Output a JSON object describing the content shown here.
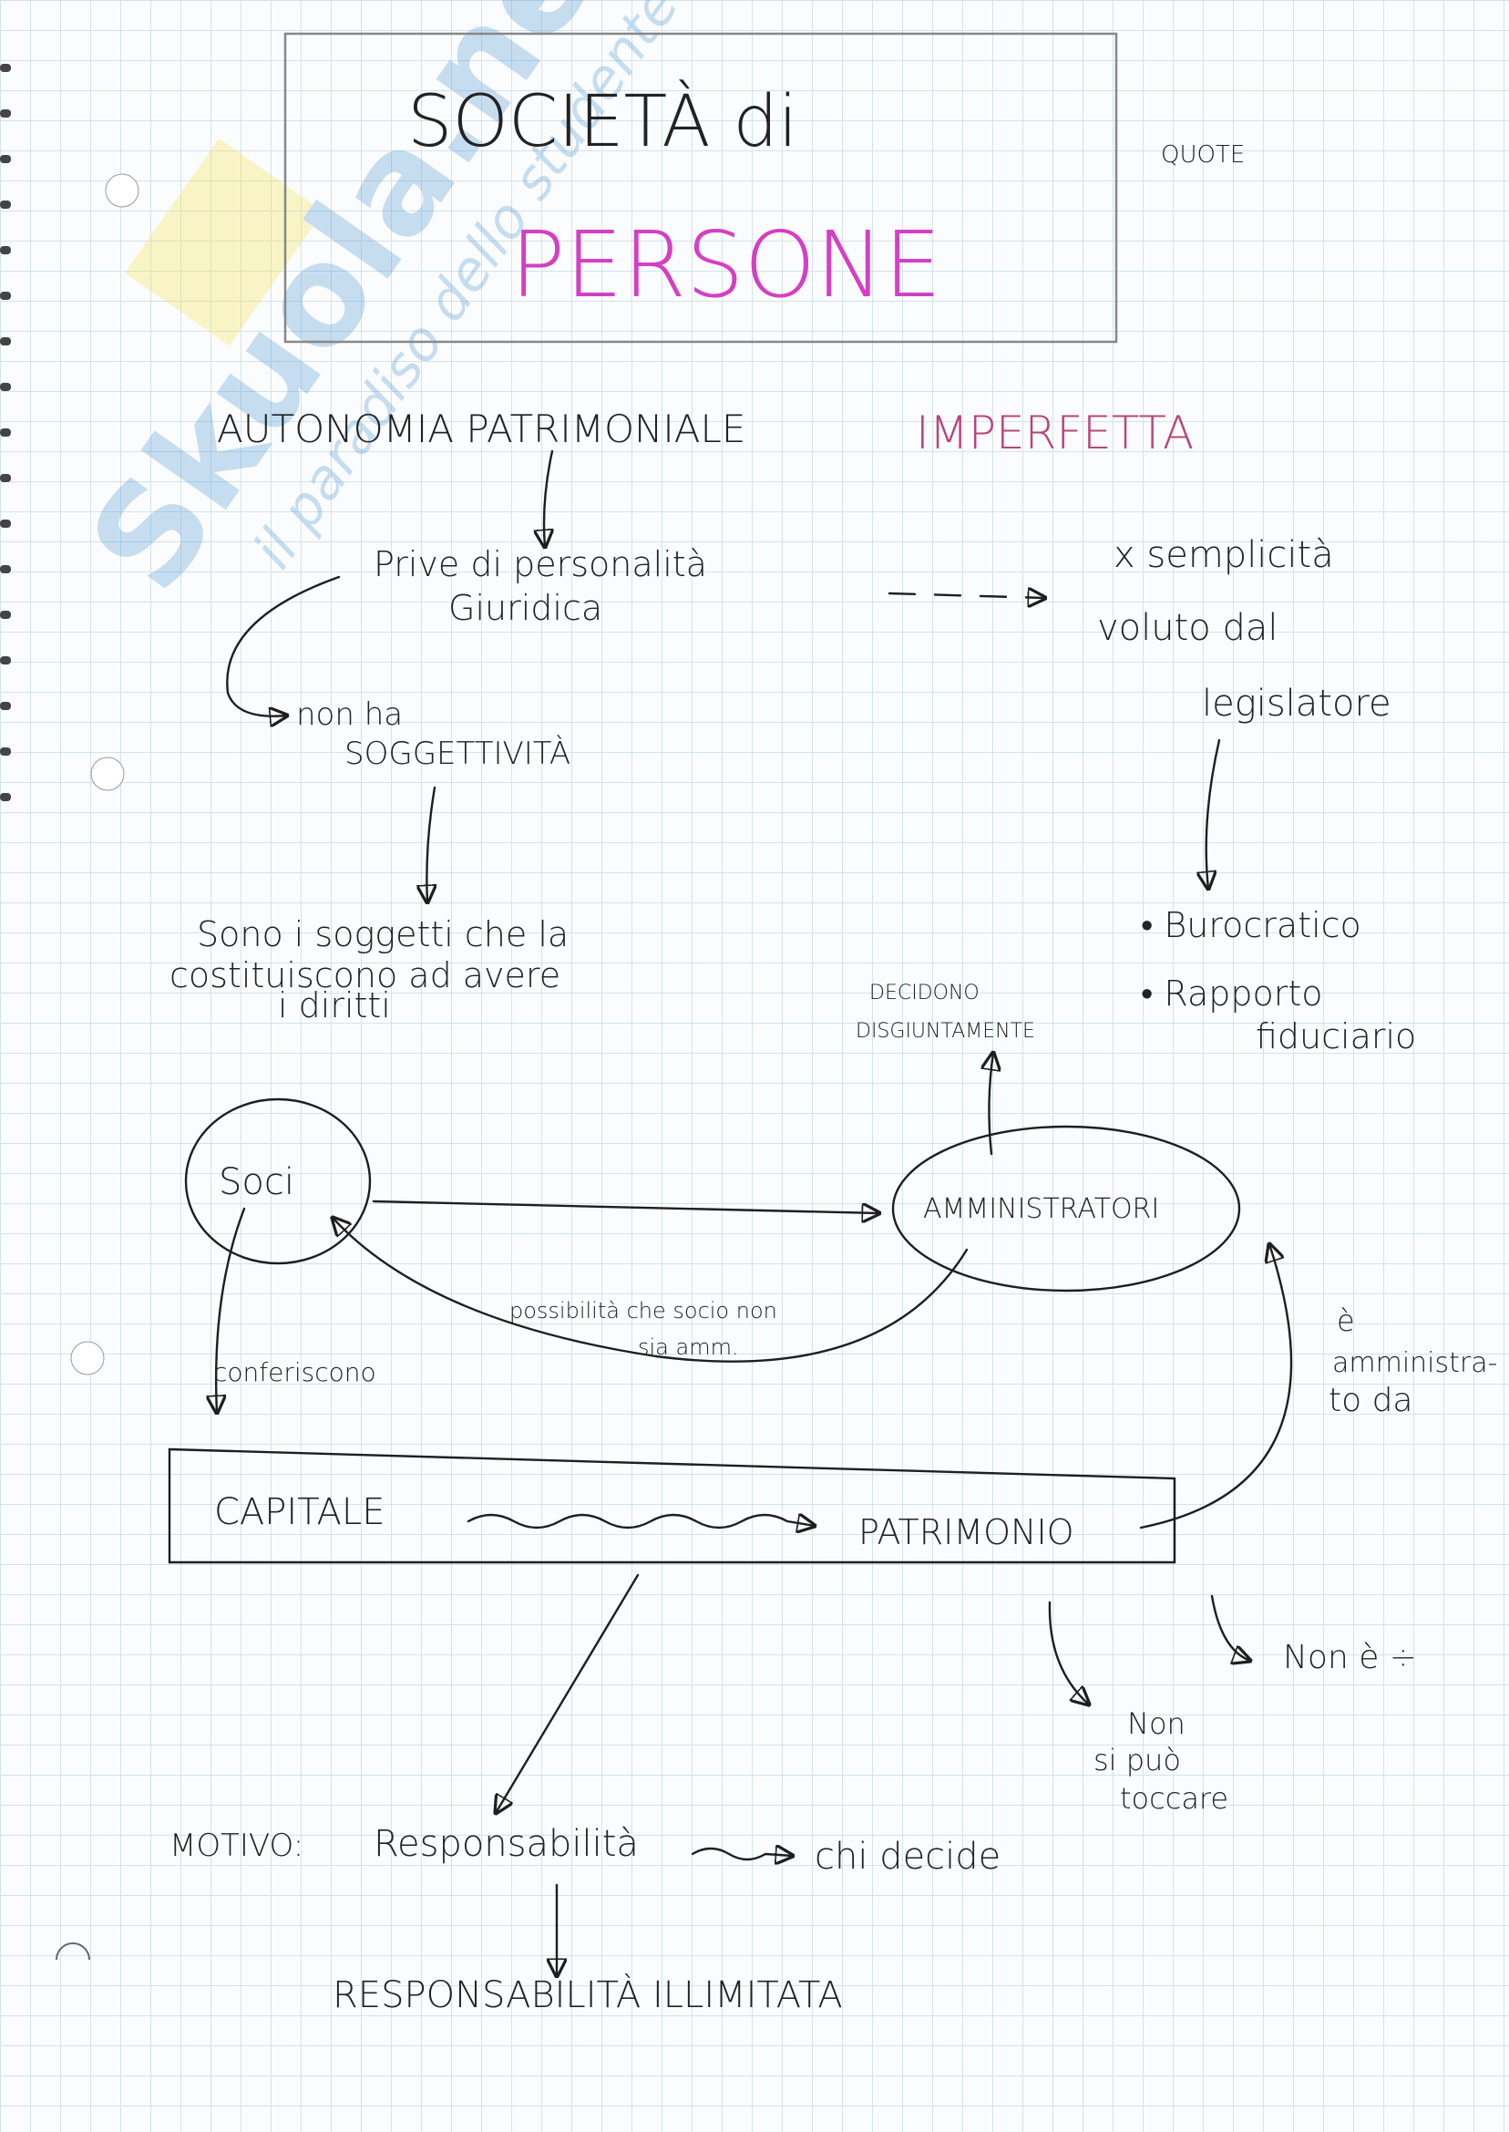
{
  "watermark": {
    "logo": "Skuola.net",
    "tagline": "il paradiso dello studente"
  },
  "title": {
    "line1": "SOCIETÀ di",
    "line2": "PERSONE",
    "accent_color": "#d43fc4"
  },
  "side_note": "QUOTE",
  "heading": {
    "main": "AUTONOMIA PATRIMONIALE",
    "accent": "IMPERFETTA",
    "accent_color": "#b8457a"
  },
  "nodes": {
    "prive_1": "Prive di personalità",
    "prive_2": "Giuridica",
    "semplicita_1": "x semplicità",
    "semplicita_2": "voluto dal",
    "semplicita_3": "legislatore",
    "non_ha_1": "non ha",
    "non_ha_2": "SOGGETTIVITÀ",
    "sono_1": "Sono i soggetti che la",
    "sono_2": "costituiscono ad avere",
    "sono_3": "i diritti",
    "burocratico": "• Burocratico",
    "rapporto_1": "• Rapporto",
    "rapporto_2": "fiduciario",
    "decidono_1": "DECIDONO",
    "decidono_2": "DISGIUNTAMENTE",
    "soci": "Soci",
    "amministratori": "AMMINISTRATORI",
    "possibilita_1": "possibilità che socio non",
    "possibilita_2": "sia amm.",
    "conferiscono": "conferiscono",
    "amministrato_1": "è",
    "amministrato_2": "amministra-",
    "amministrato_3": "to da",
    "capitale": "CAPITALE",
    "patrimonio": "PATRIMONIO",
    "non_toccare_1": "Non",
    "non_toccare_2": "si può",
    "non_toccare_3": "toccare",
    "non_e": "Non è ÷",
    "motivo": "MOTIVO:",
    "responsabilita": "Responsabilità",
    "chi_decide": "chi decide",
    "illimitata": "RESPONSABILITÀ ILLIMITATA"
  }
}
